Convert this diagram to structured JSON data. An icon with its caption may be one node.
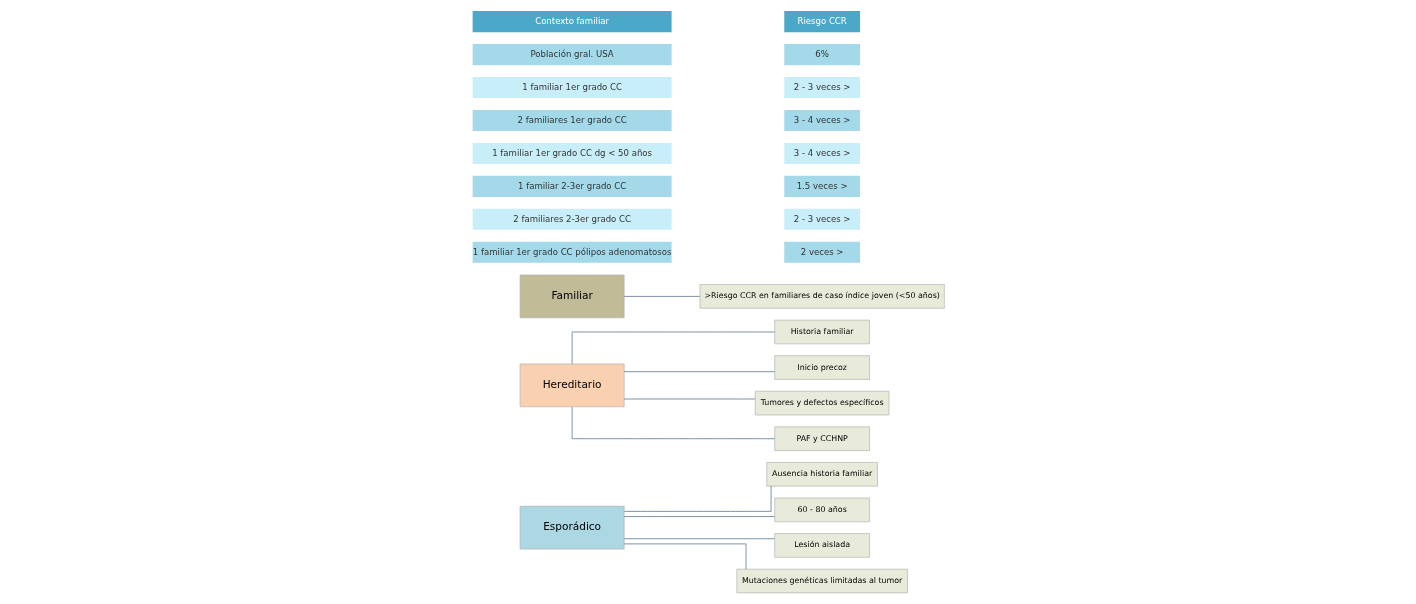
{
  "diagram": {
    "nodes": [
      {
        "text": [
          "Esporádico"
        ]
      },
      {
        "text": [
          "Ausencia historia familiar"
        ]
      },
      {
        "text": [
          "60 - 80 años"
        ]
      },
      {
        "text": [
          "Lesión aislada"
        ]
      },
      {
        "text": [
          "Mutaciones genéticas limitadas al tumor"
        ]
      },
      {
        "text": [
          "Hereditario"
        ]
      },
      {
        "text": [
          "Historia familiar"
        ]
      },
      {
        "text": [
          "Inicio precoz"
        ]
      },
      {
        "text": [
          "Tumores y defectos específicos"
        ]
      },
      {
        "text": [
          "PAF y CCHNP"
        ]
      },
      {
        "text": [
          "Familiar"
        ]
      },
      {
        "text": [
          ">Riesgo CCR en familiares de caso índice joven (<50 años)"
        ]
      }
    ],
    "edges": [
      {
        "from": 0,
        "to": 1,
        "arrow": "none"
      },
      {
        "from": 0,
        "to": 2,
        "arrow": "none"
      },
      {
        "from": 0,
        "to": 3,
        "arrow": "none"
      },
      {
        "from": 0,
        "to": 4,
        "arrow": "none"
      },
      {
        "from": 5,
        "to": 6,
        "arrow": "none"
      },
      {
        "from": 5,
        "to": 7,
        "arrow": "none"
      },
      {
        "from": 5,
        "to": 8,
        "arrow": "none"
      },
      {
        "from": 5,
        "to": 9,
        "arrow": "none"
      },
      {
        "from": 10,
        "to": 11,
        "arrow": "none"
      }
    ],
    "labels": [
      "Contexto familiar",
      "Riesgo CCR",
      "Población gral. USA",
      "6%",
      "1 familiar 1er grado CC",
      "2 - 3 veces >",
      "2 familiares 1er grado CC",
      "3 - 4 veces >",
      "1 familiar 1er grado CC dg < 50 años",
      "3 - 4 veces >",
      "1 familiar 2-3er grado CC",
      "1.5 veces >",
      "2 familiares 2-3er grado CC",
      "2 - 3 veces >",
      "1 familiar 1er grado CC pólipos adenomatosos",
      "2 veces >"
    ]
  }
}
